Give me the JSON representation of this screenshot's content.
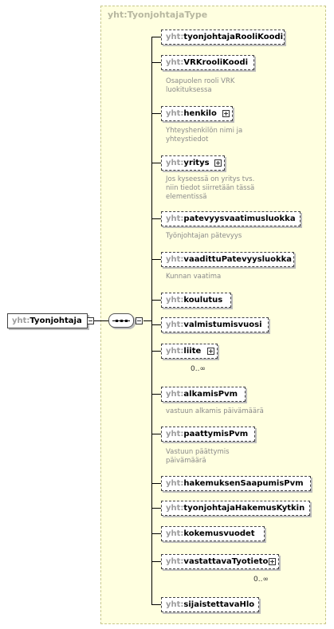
{
  "diagram": {
    "type_title": "yht:TyonjohtajaType",
    "root": {
      "prefix": "yht:",
      "name": "Tyonjohtaja"
    },
    "elements": [
      {
        "id": "tyonjohtajaRooliKoodi",
        "prefix": "yht:",
        "name": "tyonjohtajaRooliKoodi",
        "description": ""
      },
      {
        "id": "VRKrooliKoodi",
        "prefix": "yht:",
        "name": "VRKrooliKoodi",
        "description": "Osapuolen rooli VRK luokituksessa"
      },
      {
        "id": "henkilo",
        "prefix": "yht:",
        "name": "henkilo",
        "description": "Yhteyshenkilön nimi ja yhteystiedot"
      },
      {
        "id": "yritys",
        "prefix": "yht:",
        "name": "yritys",
        "description": "Jos kyseessä on yritys tvs. niin tiedot siirretään tässä elementissä"
      },
      {
        "id": "patevyysvaatimusluokka",
        "prefix": "yht:",
        "name": "patevyysvaatimusluokka",
        "description": "Työnjohtajan pätevyys"
      },
      {
        "id": "vaadittuPatevyysluokka",
        "prefix": "yht:",
        "name": "vaadittuPatevyysluokka",
        "description": "Kunnan vaatima"
      },
      {
        "id": "koulutus",
        "prefix": "yht:",
        "name": "koulutus",
        "description": ""
      },
      {
        "id": "valmistumisvuosi",
        "prefix": "yht:",
        "name": "valmistumisvuosi",
        "description": ""
      },
      {
        "id": "liite",
        "prefix": "yht:",
        "name": "liite",
        "description": "",
        "multiplicity": "0..∞"
      },
      {
        "id": "alkamisPvm",
        "prefix": "yht:",
        "name": "alkamisPvm",
        "description": "vastuun alkamis päivämäärä"
      },
      {
        "id": "paattymisPvm",
        "prefix": "yht:",
        "name": "paattymisPvm",
        "description": "Vastuun päättymis päivämäärä"
      },
      {
        "id": "hakemuksenSaapumisPvm",
        "prefix": "yht:",
        "name": "hakemuksenSaapumisPvm",
        "description": ""
      },
      {
        "id": "tyonjohtajaHakemusKytkin",
        "prefix": "yht:",
        "name": "tyonjohtajaHakemusKytkin",
        "description": ""
      },
      {
        "id": "kokemusvuodet",
        "prefix": "yht:",
        "name": "kokemusvuodet",
        "description": ""
      },
      {
        "id": "vastattavaTyotieto",
        "prefix": "yht:",
        "name": "vastattavaTyotieto",
        "description": "",
        "multiplicity": "0..∞"
      },
      {
        "id": "sijaistettavaHlo",
        "prefix": "yht:",
        "name": "sijaistettavaHlo",
        "description": ""
      }
    ]
  }
}
